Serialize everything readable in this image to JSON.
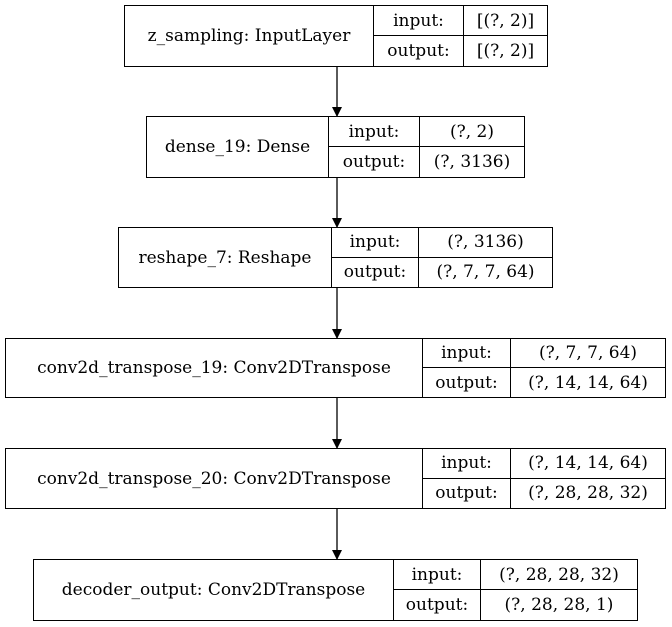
{
  "layers": [
    {
      "name": "z_sampling: InputLayer",
      "input_label": "input:",
      "output_label": "output:",
      "input_shape": "[(?, 2)]",
      "output_shape": "[(?, 2)]"
    },
    {
      "name": "dense_19: Dense",
      "input_label": "input:",
      "output_label": "output:",
      "input_shape": "(?, 2)",
      "output_shape": "(?, 3136)"
    },
    {
      "name": "reshape_7: Reshape",
      "input_label": "input:",
      "output_label": "output:",
      "input_shape": "(?, 3136)",
      "output_shape": "(?, 7, 7, 64)"
    },
    {
      "name": "conv2d_transpose_19: Conv2DTranspose",
      "input_label": "input:",
      "output_label": "output:",
      "input_shape": "(?, 7, 7, 64)",
      "output_shape": "(?, 14, 14, 64)"
    },
    {
      "name": "conv2d_transpose_20: Conv2DTranspose",
      "input_label": "input:",
      "output_label": "output:",
      "input_shape": "(?, 14, 14, 64)",
      "output_shape": "(?, 28, 28, 32)"
    },
    {
      "name": "decoder_output: Conv2DTranspose",
      "input_label": "input:",
      "output_label": "output:",
      "input_shape": "(?, 28, 28, 32)",
      "output_shape": "(?, 28, 28, 1)"
    }
  ]
}
